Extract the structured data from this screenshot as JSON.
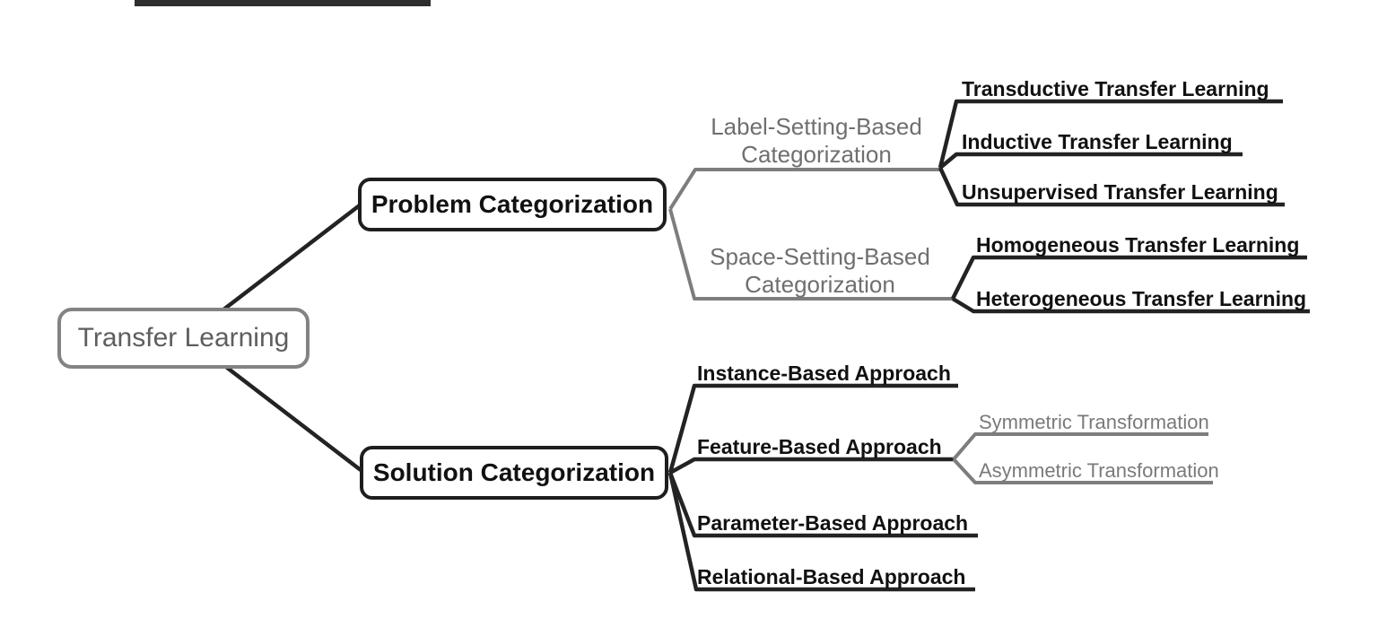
{
  "window": {
    "chrome_sliver_color": "#2e2e2e"
  },
  "colors": {
    "background": "#ffffff",
    "black_line": "#232323",
    "gray_line": "#7d7d7d",
    "root_border": "#838383",
    "root_text": "#5e5e5e",
    "branch_border": "#1e1e1e",
    "branch_text": "#111111",
    "gray_text": "#6f6f6f"
  },
  "mindmap": {
    "root": {
      "label": "Transfer Learning"
    },
    "branches": [
      {
        "label": "Problem Categorization",
        "children": [
          {
            "label": "Label-Setting-Based Categorization",
            "children": [
              {
                "label": "Transductive Transfer Learning"
              },
              {
                "label": "Inductive Transfer Learning"
              },
              {
                "label": "Unsupervised Transfer Learning"
              }
            ]
          },
          {
            "label": "Space-Setting-Based Categorization",
            "children": [
              {
                "label": "Homogeneous Transfer Learning"
              },
              {
                "label": "Heterogeneous Transfer Learning"
              }
            ]
          }
        ]
      },
      {
        "label": "Solution Categorization",
        "children": [
          {
            "label": "Instance-Based Approach",
            "children": []
          },
          {
            "label": "Feature-Based Approach",
            "children": [
              {
                "label": "Symmetric Transformation"
              },
              {
                "label": "Asymmetric Transformation"
              }
            ]
          },
          {
            "label": "Parameter-Based Approach",
            "children": []
          },
          {
            "label": "Relational-Based Approach",
            "children": []
          }
        ]
      }
    ]
  }
}
